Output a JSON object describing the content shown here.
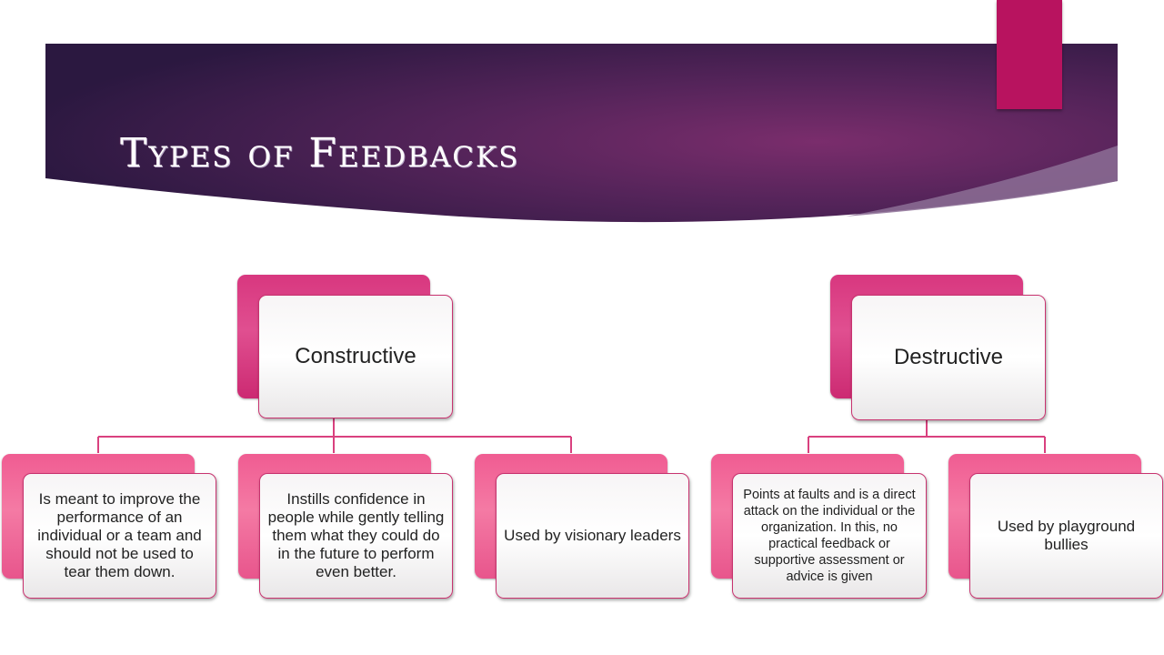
{
  "slide": {
    "title": "Types of Feedbacks"
  },
  "colors": {
    "banner_dark": "#2b1840",
    "banner_mid": "#6b2a62",
    "accent": "#b8135f",
    "level1_back": "#d8377f",
    "level2_back": "#f26b9a",
    "connector": "#d9417f"
  },
  "diagram": {
    "groups": [
      {
        "label": "Constructive",
        "children": [
          "Is meant to improve the performance of an individual or a team and should not be used to tear them down.",
          "Instills confidence in people while gently telling them what they could do in the future to perform even better.",
          "Used by visionary leaders"
        ]
      },
      {
        "label": "Destructive",
        "children": [
          "Points at faults and is a direct attack on the individual or the organization. In this, no practical feedback or supportive assessment or advice is given",
          "Used by playground bullies"
        ]
      }
    ]
  }
}
